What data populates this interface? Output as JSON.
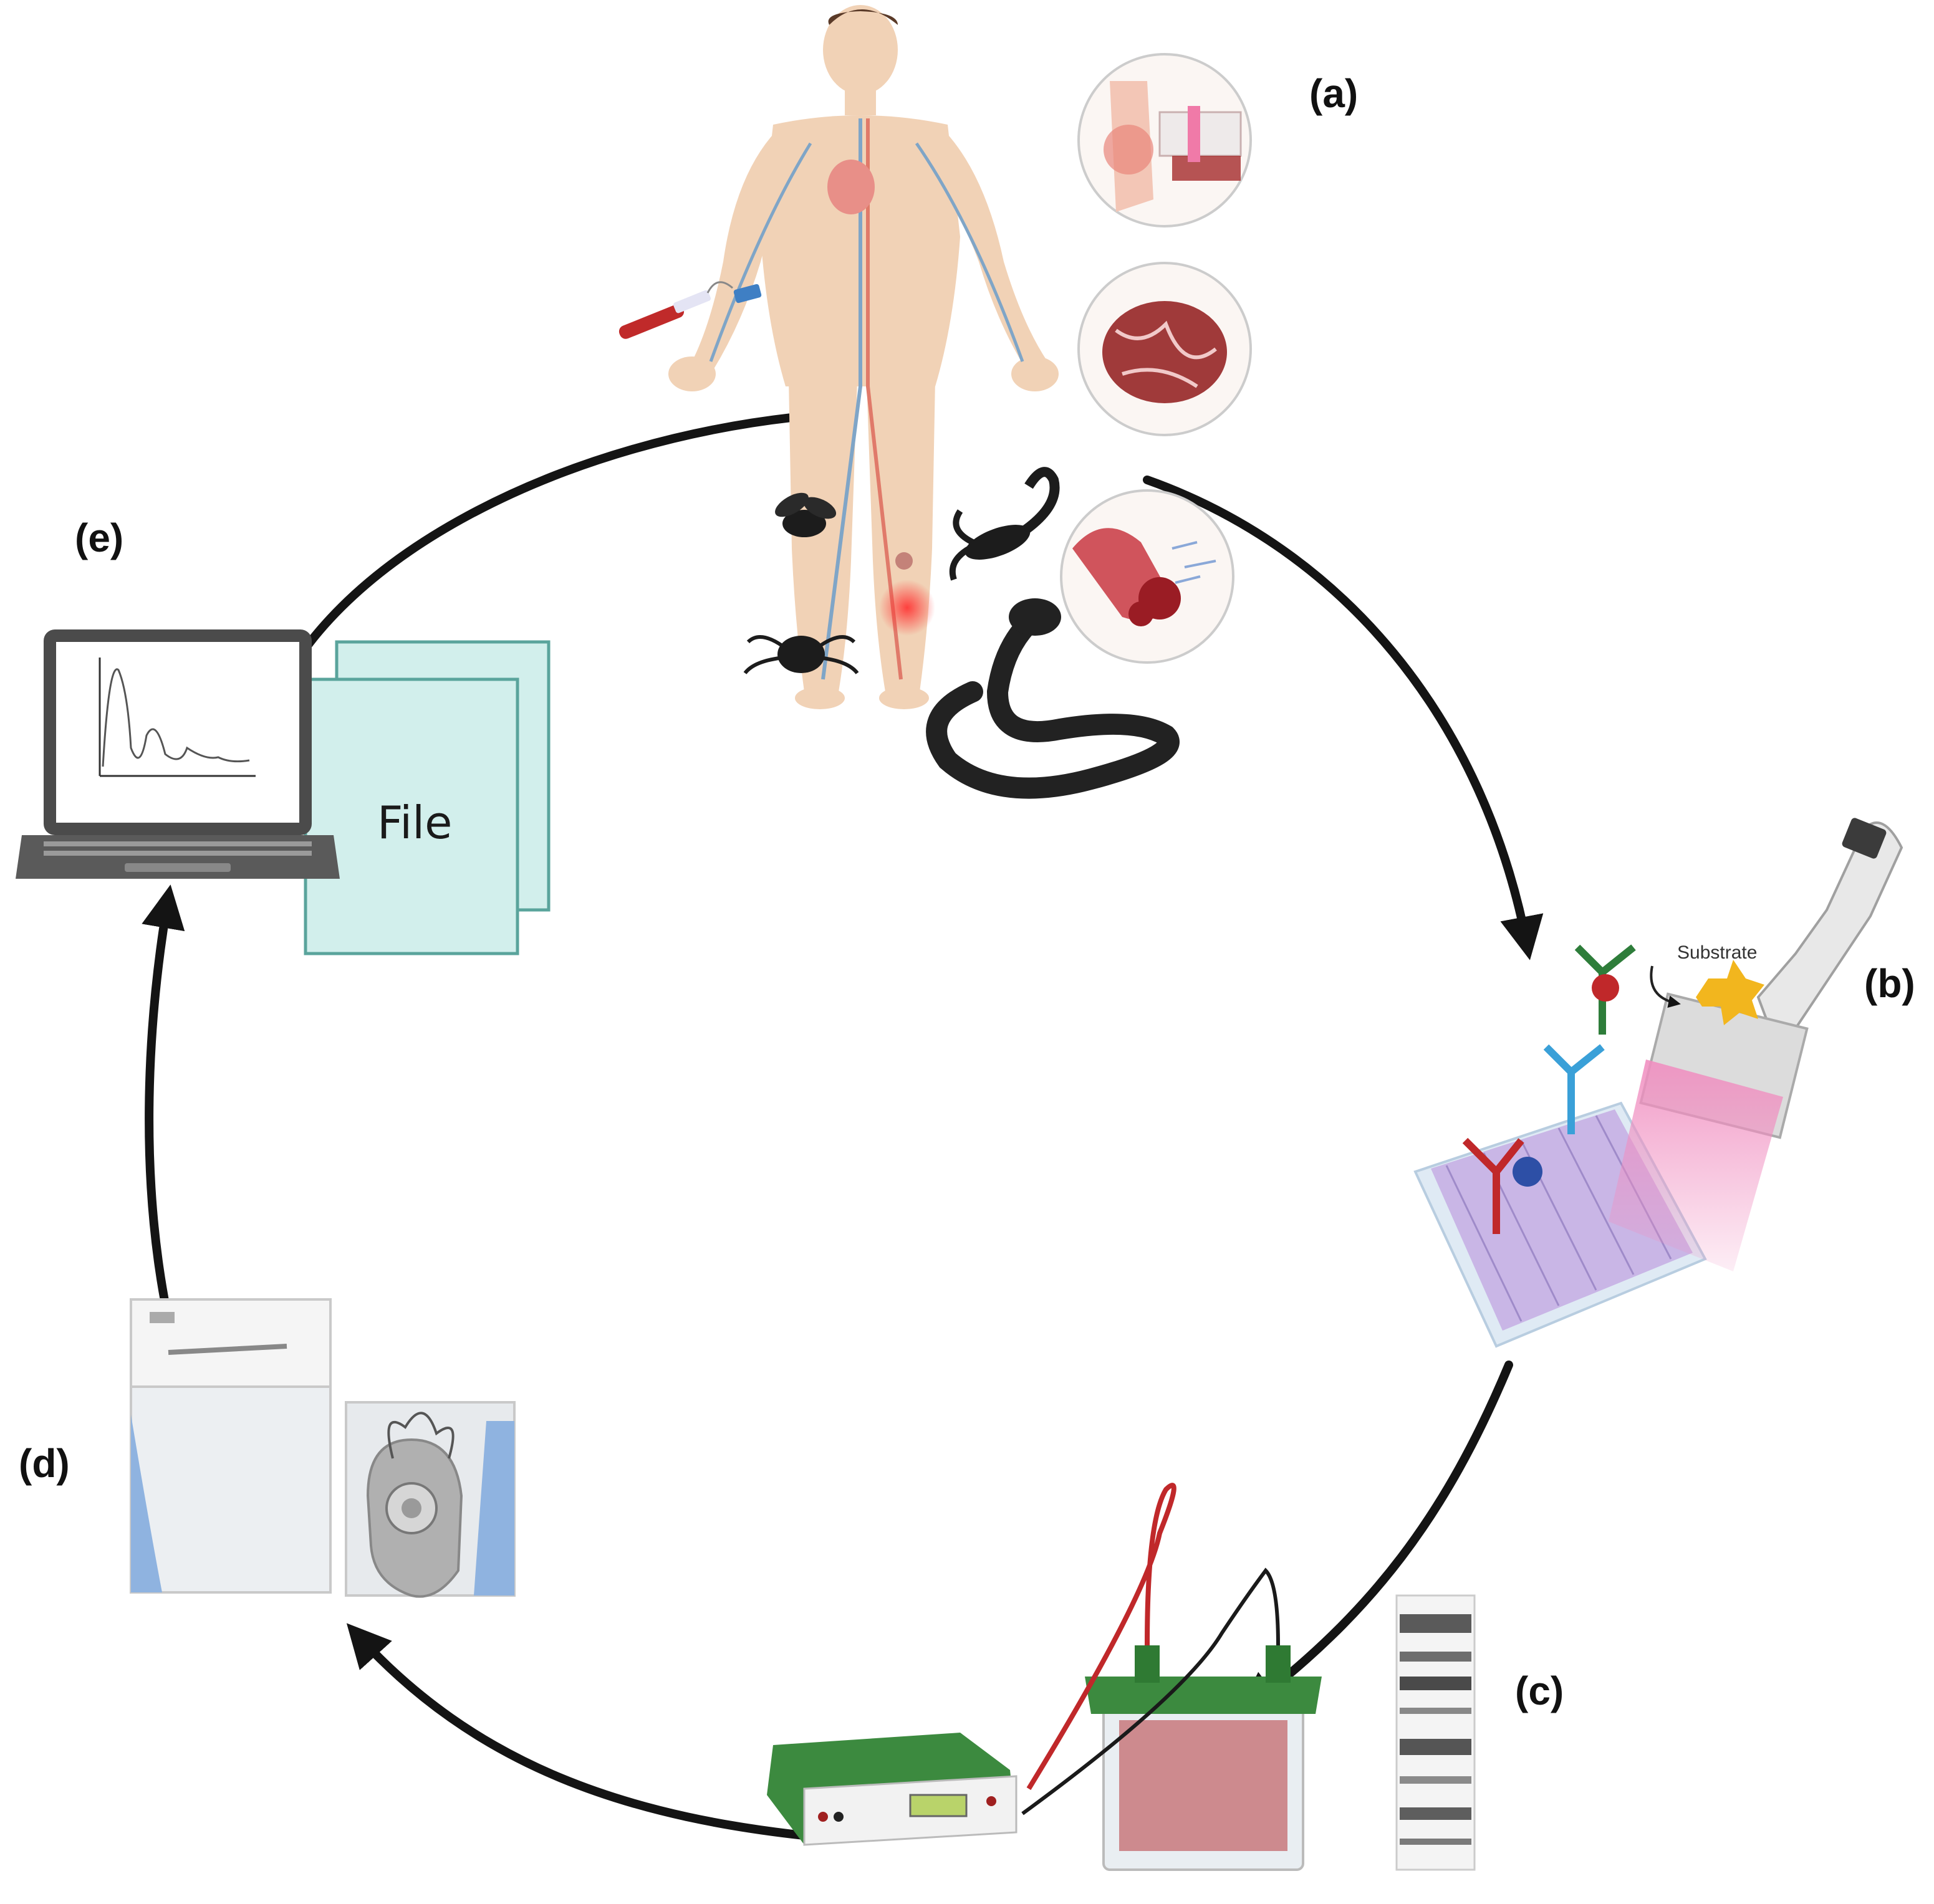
{
  "labels": {
    "a": "(a)",
    "b": "(b)",
    "c": "(c)",
    "d": "(d)",
    "e": "(e)"
  },
  "file_label": "File",
  "substrate_label": "Substrate",
  "icons": [
    "human-body-icon",
    "wound-inset-icon",
    "tissue-inset-icon",
    "blood-vessel-inset-icon",
    "scorpion-icon",
    "spider-icon",
    "fly-icon",
    "snake-icon",
    "blood-tube-icon",
    "pipette-icon",
    "antibody-icon",
    "microplate-icon",
    "electrophoresis-tank-icon",
    "power-supply-icon",
    "gel-band-icon",
    "mass-spectrometer-icon",
    "laptop-icon",
    "file-icon"
  ],
  "colors": {
    "skin": "#f1d2b6",
    "vein": "#7fa5c7",
    "artery": "#e07a6a",
    "arrow": "#141414",
    "file_fill": "#d2efec",
    "file_border": "#5aa49c",
    "green_device": "#3c8a3f",
    "gel_red": "#c8787c",
    "instrument_blue": "#8fb3e0",
    "plate_purple": "#c9b6e6"
  }
}
